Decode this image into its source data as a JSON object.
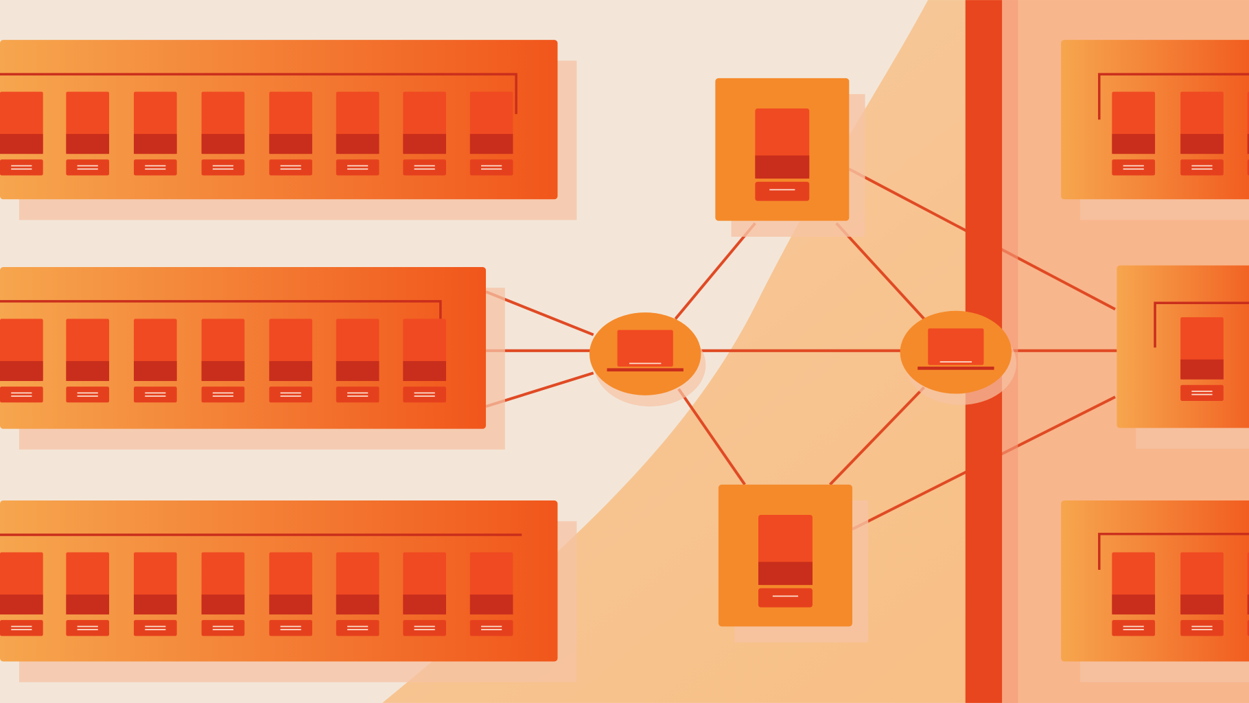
{
  "illustration": {
    "subject": "network-servers",
    "colors": {
      "background": "#f3e6d9",
      "peach_region": "#f7c28e",
      "right_region": "#f8b68c",
      "vertical_bar": "#e8461e",
      "rack_light": "#f6a64e",
      "rack_dark": "#f1561b",
      "slot_top": "#f04a22",
      "slot_bottom": "#c92e1c",
      "slot_label": "#e5401e",
      "node_fill": "#f58a2a",
      "link_line": "#e04a24",
      "shadow": "#f6c3a4"
    },
    "icons": [
      "server-rack",
      "server-node",
      "laptop-hub"
    ]
  }
}
